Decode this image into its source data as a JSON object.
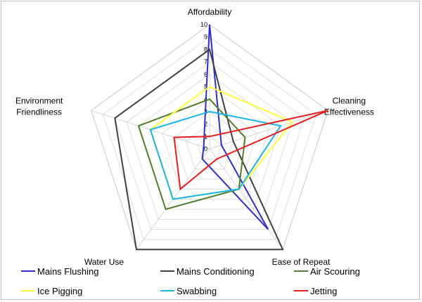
{
  "chart_data": {
    "type": "radar",
    "axes": [
      "Affordability",
      "Cleaning Effectiveness",
      "Ease of Repeat",
      "Water Use",
      "Environment Friendliness"
    ],
    "axis_label_lines": [
      [
        "Affordability"
      ],
      [
        "Cleaning",
        "Effectiveness"
      ],
      [
        "Ease of Repeat"
      ],
      [
        "Water Use"
      ],
      [
        "Environment",
        "Friendliness"
      ]
    ],
    "rlim": [
      0,
      10
    ],
    "ticks": [
      "0",
      "1",
      "2",
      "3",
      "4",
      "5",
      "6",
      "7",
      "8",
      "9",
      "10"
    ],
    "series": [
      {
        "name": "Mains Flushing",
        "color": "#2f2fc8",
        "values": [
          10,
          1,
          8,
          1,
          0.5
        ]
      },
      {
        "name": "Mains Conditioning",
        "color": "#404040",
        "values": [
          8,
          2,
          10,
          10,
          8
        ]
      },
      {
        "name": "Air Scouring",
        "color": "#4e7f2c",
        "values": [
          4,
          3,
          4,
          6,
          6
        ]
      },
      {
        "name": "Ice Pigging",
        "color": "#ffff40",
        "values": [
          5,
          7,
          4,
          5,
          5
        ]
      },
      {
        "name": "Swabbing",
        "color": "#19b4e8",
        "values": [
          3,
          6,
          4,
          5,
          5
        ]
      },
      {
        "name": "Jetting",
        "color": "#e81c1c",
        "values": [
          1,
          10,
          1,
          4,
          3
        ]
      }
    ],
    "legend_position": "bottom",
    "grid": true
  }
}
